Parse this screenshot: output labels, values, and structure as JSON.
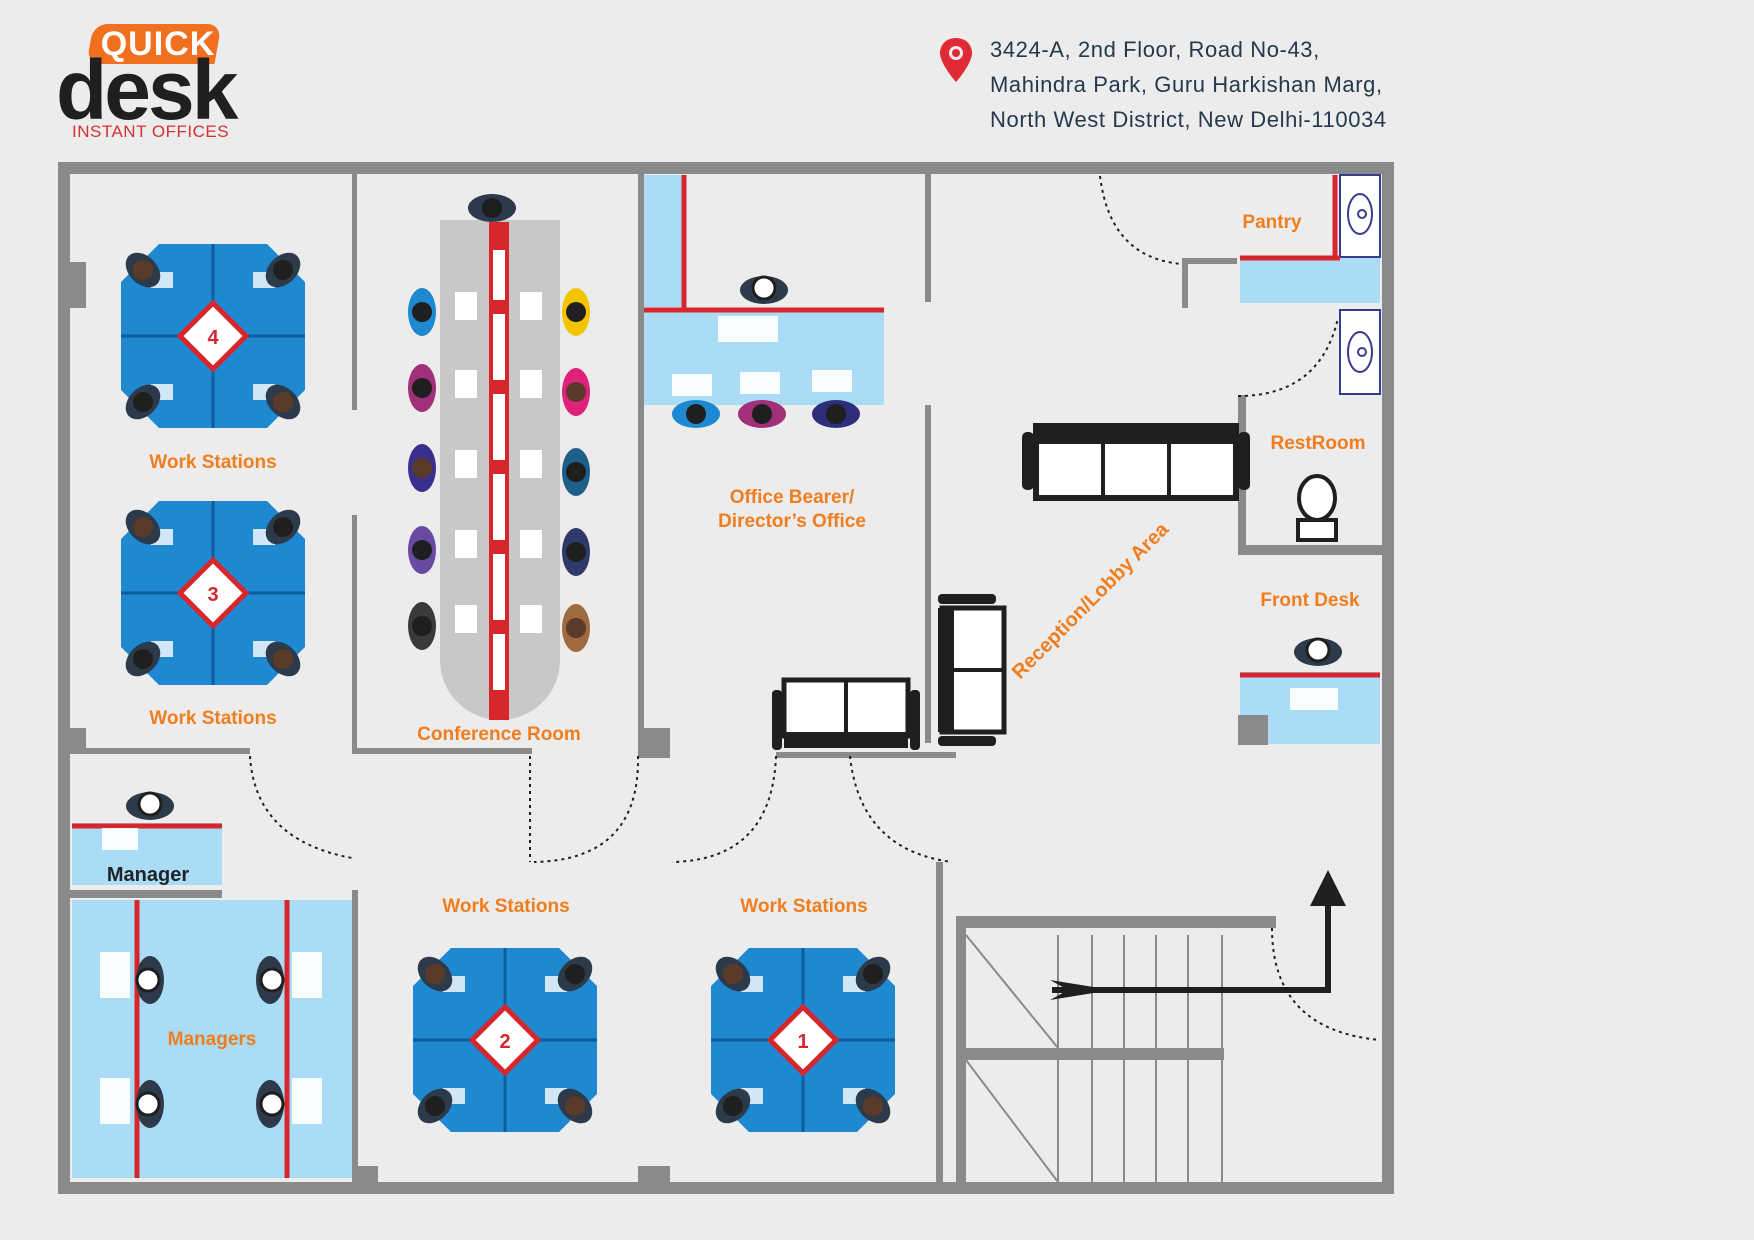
{
  "logo": {
    "quick": "QUICK",
    "desk": "desk",
    "tagline": "INSTANT OFFICES"
  },
  "address": {
    "icon": "location-pin-icon",
    "line1": "3424-A, 2nd Floor, Road No-43,",
    "line2": "Mahindra Park, Guru Harkishan Marg,",
    "line3": "North West District, New Delhi-110034"
  },
  "rooms": {
    "work_stations_4": "Work Stations",
    "work_stations_3": "Work Stations",
    "conference_room": "Conference Room",
    "director_line1": "Office Bearer/",
    "director_line2": "Director’s Office",
    "pantry": "Pantry",
    "restroom": "RestRoom",
    "front_desk": "Front Desk",
    "reception": "Reception/Lobby Area",
    "manager": "Manager",
    "managers": "Managers",
    "work_stations_2": "Work Stations",
    "work_stations_1": "Work Stations"
  },
  "pod_numbers": {
    "pod1": "1",
    "pod2": "2",
    "pod3": "3",
    "pod4": "4"
  },
  "colors": {
    "wall": "#8a8a8a",
    "floor": "#ececec",
    "glass": "#aadcf5",
    "accent_red": "#d7262c",
    "label_orange": "#f07d1e",
    "pod_blue": "#1e88d0",
    "logo_orange": "#f07020",
    "address_text": "#25384c"
  }
}
